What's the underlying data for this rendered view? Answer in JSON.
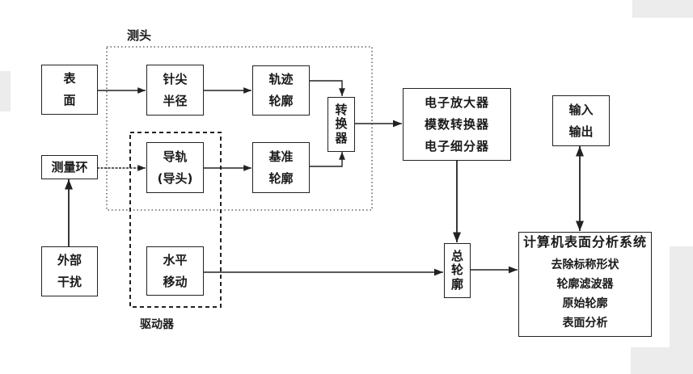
{
  "diagram": {
    "group_probe": {
      "label": "测头"
    },
    "group_driver": {
      "label": "驱动器"
    },
    "nodes": {
      "surface": {
        "lines": [
          "表",
          "面"
        ]
      },
      "stylus_radius": {
        "lines": [
          "针尖",
          "半径"
        ]
      },
      "trace_profile": {
        "lines": [
          "轨迹",
          "轮廓"
        ]
      },
      "transducer": {
        "lines": [
          "转",
          "换",
          "器"
        ]
      },
      "reference_profile": {
        "lines": [
          "基准",
          "轮廓"
        ]
      },
      "guide": {
        "lines": [
          "导轨",
          "(导头)"
        ]
      },
      "measuring_loop": {
        "lines": [
          "测量环"
        ]
      },
      "horizontal_motion": {
        "lines": [
          "水平",
          "移动"
        ]
      },
      "external_disturbance": {
        "lines": [
          "外部",
          "干扰"
        ]
      },
      "electronics": {
        "lines": [
          "电子放大器",
          "模数转换器",
          "电子细分器"
        ]
      },
      "io": {
        "lines": [
          "输入",
          "输出"
        ]
      },
      "total_profile": {
        "lines": [
          "总",
          "轮",
          "廓"
        ]
      },
      "computer": {
        "title": "计算机表面分析系统",
        "items": [
          "去除标称形状",
          "轮廓滤波器",
          "原始轮廓",
          "表面分析"
        ]
      }
    },
    "edges": [
      {
        "from": "surface",
        "to": "stylus_radius"
      },
      {
        "from": "stylus_radius",
        "to": "trace_profile"
      },
      {
        "from": "trace_profile",
        "to": "transducer"
      },
      {
        "from": "measuring_loop",
        "to": "guide"
      },
      {
        "from": "guide",
        "to": "reference_profile"
      },
      {
        "from": "reference_profile",
        "to": "transducer"
      },
      {
        "from": "external_disturbance",
        "to": "measuring_loop"
      },
      {
        "from": "transducer",
        "to": "electronics"
      },
      {
        "from": "electronics",
        "to": "total_profile"
      },
      {
        "from": "horizontal_motion",
        "to": "total_profile"
      },
      {
        "from": "total_profile",
        "to": "computer"
      },
      {
        "from": "io",
        "to": "computer",
        "bidirectional": true
      }
    ]
  }
}
